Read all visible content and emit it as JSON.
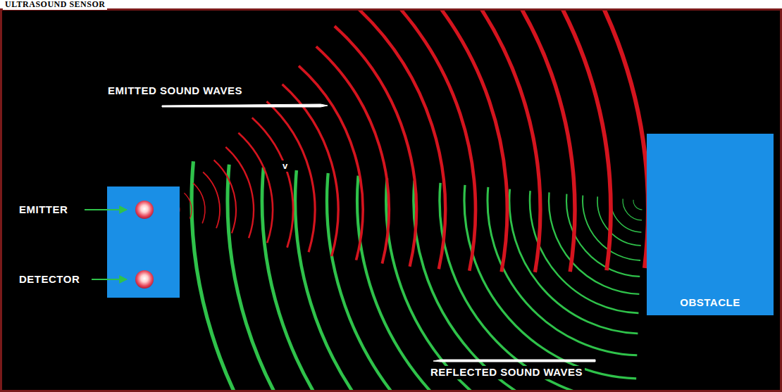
{
  "diagram": {
    "nodes": [
      {
        "text": [
          "OBSTACLE"
        ]
      }
    ],
    "edges": [],
    "labels": [
      "ULTRASOUND SENSOR",
      "EMITTED SOUND WAVES",
      "v",
      "EMITTER",
      "DETECTOR",
      "REFLECTED SOUND WAVES"
    ]
  }
}
